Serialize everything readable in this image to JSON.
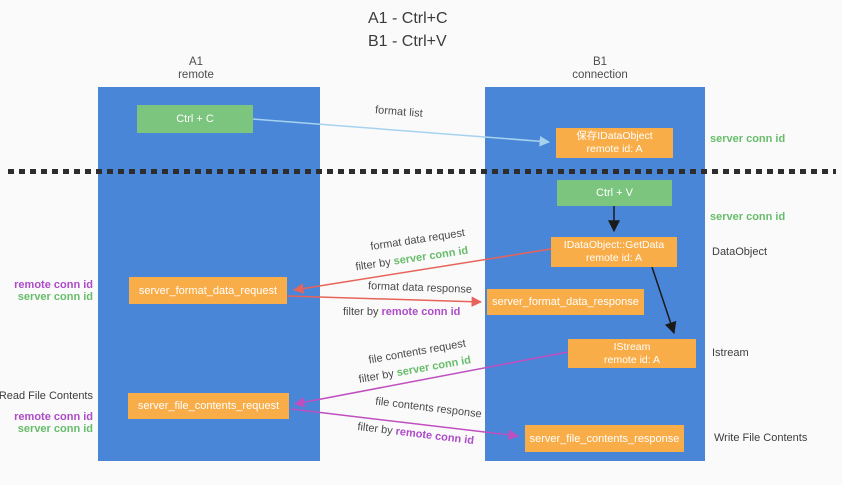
{
  "title": {
    "line1": "A1 - Ctrl+C",
    "line2": "B1 - Ctrl+V"
  },
  "columns": {
    "a": {
      "name": "A1",
      "subtitle": "remote"
    },
    "b": {
      "name": "B1",
      "subtitle": "connection"
    }
  },
  "nodes": {
    "ctrl_c": "Ctrl + C",
    "save_idataobject": {
      "line1": "保存IDataObject",
      "line2": "remote id: A"
    },
    "ctrl_v": "Ctrl + V",
    "getdata": {
      "line1": "IDataObject::GetData",
      "line2": "remote id: A"
    },
    "format_request": "server_format_data_request",
    "format_response": "server_format_data_response",
    "istream": {
      "line1": "IStream",
      "line2": "remote id: A"
    },
    "file_request": "server_file_contents_request",
    "file_response": "server_file_contents_response"
  },
  "arrow_labels": {
    "format_list": "format list",
    "format_data_request": "format data request",
    "format_data_response": "format data response",
    "file_contents_request": "file contents request",
    "file_contents_response": "file contents response",
    "filter_by": "filter by "
  },
  "ids": {
    "server_conn_id": "server conn id",
    "remote_conn_id": "remote conn id"
  },
  "side_labels": {
    "dataobject": "DataObject",
    "istream": "Istream",
    "write_file_contents": "Write File Contents",
    "read_file_contents": "Read File Contents"
  },
  "colors": {
    "lane_blue": "#4a86d8",
    "box_green": "#7cc57e",
    "box_orange": "#f9ad49",
    "arrow_lightblue": "#a5d3ee",
    "arrow_red": "#e8635a",
    "arrow_magenta": "#bf4fbf",
    "arrow_black": "#1a1a1a",
    "text_green": "#67bd6b",
    "text_purple": "#ad4bc9"
  }
}
